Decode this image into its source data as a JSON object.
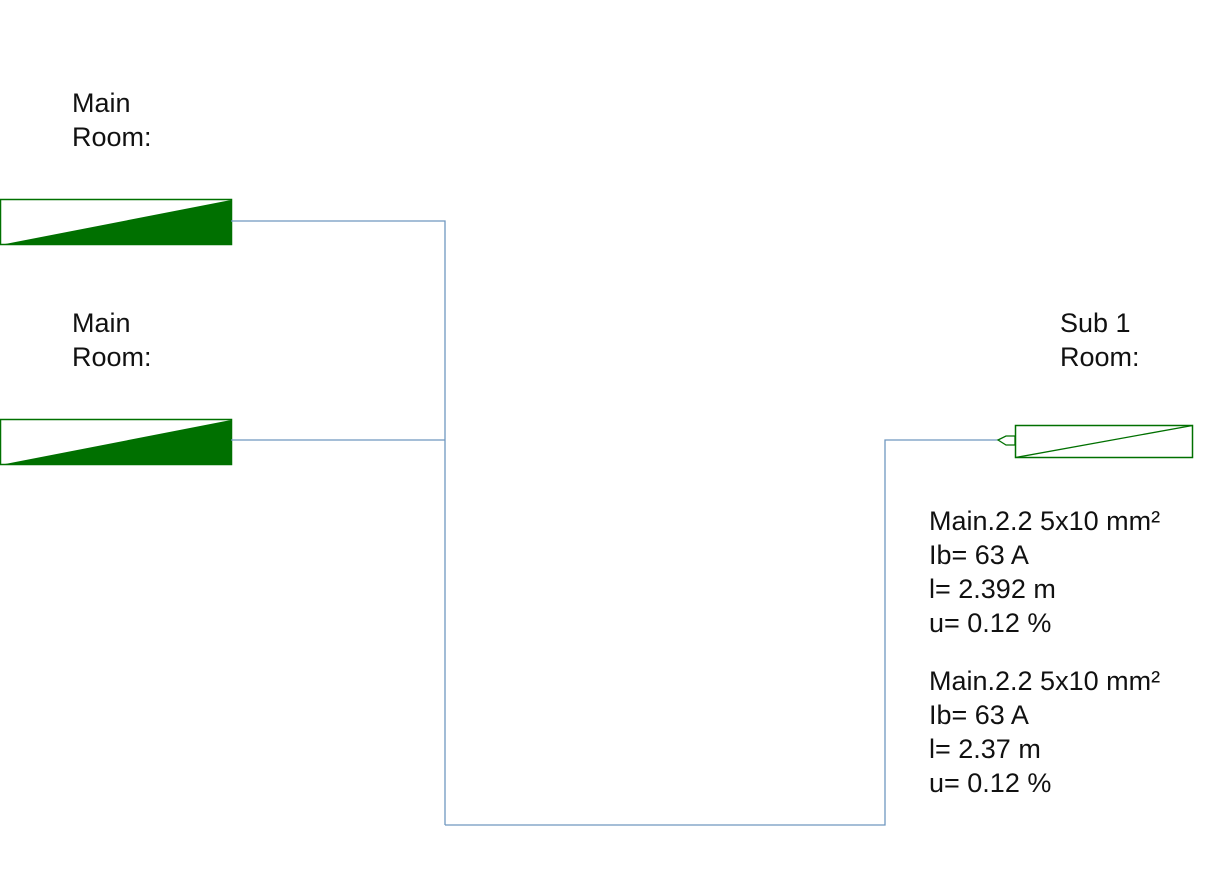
{
  "panels": [
    {
      "name": "Main",
      "room_label": "Room:"
    },
    {
      "name": "Main",
      "room_label": "Room:"
    },
    {
      "name": "Sub 1",
      "room_label": "Room:"
    }
  ],
  "cables": [
    {
      "id": "Main.2.2 5x10 mm²",
      "ib": "Ib= 63 A",
      "length": "l= 2.392 m",
      "voltage_drop": "u= 0.12 %"
    },
    {
      "id": "Main.2.2 5x10 mm²",
      "ib": "Ib= 63 A",
      "length": "l= 2.37 m",
      "voltage_drop": "u= 0.12 %"
    }
  ],
  "colors": {
    "panel_fill": "#007000",
    "panel_stroke": "#007000",
    "wire": "#6f97bf",
    "text": "#111111"
  }
}
